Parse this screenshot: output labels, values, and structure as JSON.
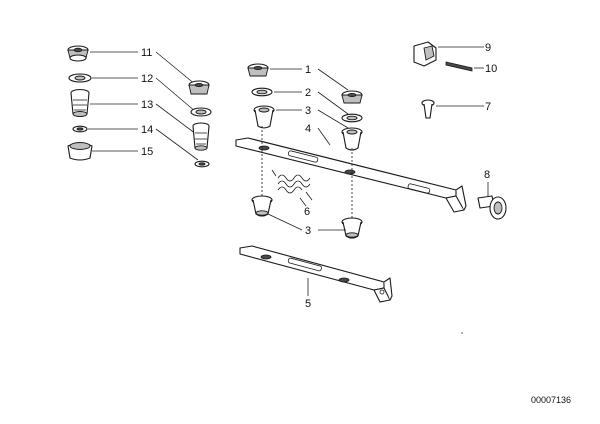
{
  "callouts": {
    "c1": "1",
    "c2": "2",
    "c3a": "3",
    "c3b": "3",
    "c4": "4",
    "c5": "5",
    "c6": "6",
    "c7": "7",
    "c8": "8",
    "c9": "9",
    "c10": "10",
    "c11": "11",
    "c12": "12",
    "c13": "13",
    "c14": "14",
    "c15": "15"
  },
  "document_number": "00007136"
}
